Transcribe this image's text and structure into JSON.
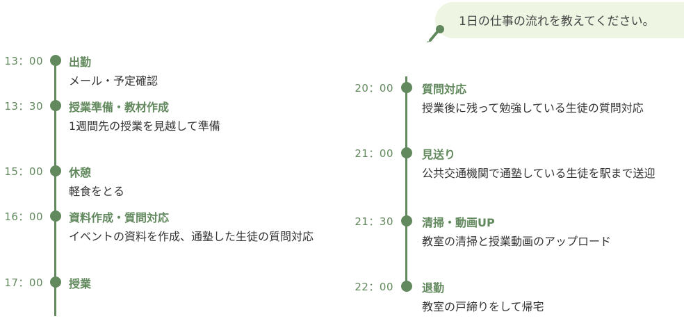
{
  "question": "1日の仕事の流れを教えてください。",
  "left": [
    {
      "time": "13：00",
      "title": "出勤",
      "desc": "メール・予定確認"
    },
    {
      "time": "13：30",
      "title": "授業準備・教材作成",
      "desc": "1週間先の授業を見越して準備"
    },
    {
      "time": "15：00",
      "title": "休憩",
      "desc": "軽食をとる"
    },
    {
      "time": "16：00",
      "title": "資料作成・質問対応",
      "desc": "イベントの資料を作成、通塾した生徒の質問対応"
    },
    {
      "time": "17：00",
      "title": "授業",
      "desc": ""
    }
  ],
  "right": [
    {
      "time": "20：00",
      "title": "質問対応",
      "desc": "授業後に残って勉強している生徒の質問対応"
    },
    {
      "time": "21：00",
      "title": "見送り",
      "desc": "公共交通機関で通塾している生徒を駅まで送迎"
    },
    {
      "time": "21：30",
      "title": "清掃・動画UP",
      "desc": "教室の清掃と授業動画のアップロード"
    },
    {
      "time": "22：00",
      "title": "退勤",
      "desc": "教室の戸締りをして帰宅"
    }
  ]
}
